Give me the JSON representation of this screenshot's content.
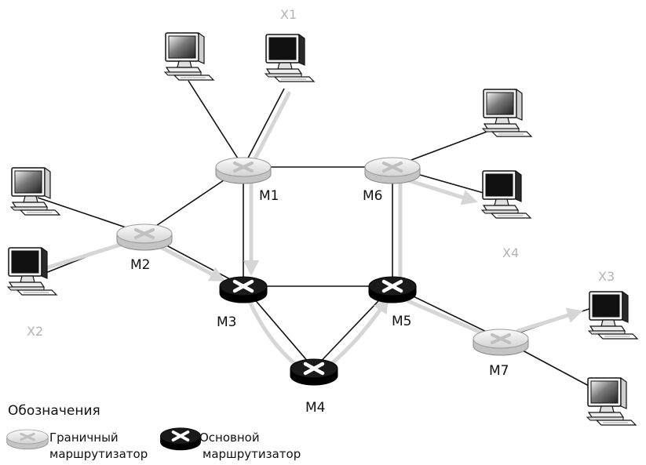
{
  "routers": {
    "m1": "M1",
    "m2": "M2",
    "m3": "M3",
    "m4": "M4",
    "m5": "M5",
    "m6": "M6",
    "m7": "M7"
  },
  "hosts": {
    "x1": "X1",
    "x2": "X2",
    "x3": "X3",
    "x4": "X4"
  },
  "legend": {
    "title": "Обозначения",
    "edge_line1": "Граничный",
    "edge_line2": "маршрутизатор",
    "core_line1": "Основной",
    "core_line2": "маршрутизатор"
  },
  "colors": {
    "link": "#111111",
    "path": "#d6d6d6",
    "edge_router": "#e6e6e6",
    "core_router": "#1a1a1a",
    "host_label": "#b4b4b4"
  },
  "icons": {
    "edge_router": "edge-router-icon",
    "core_router": "core-router-icon",
    "computer": "computer-icon"
  }
}
